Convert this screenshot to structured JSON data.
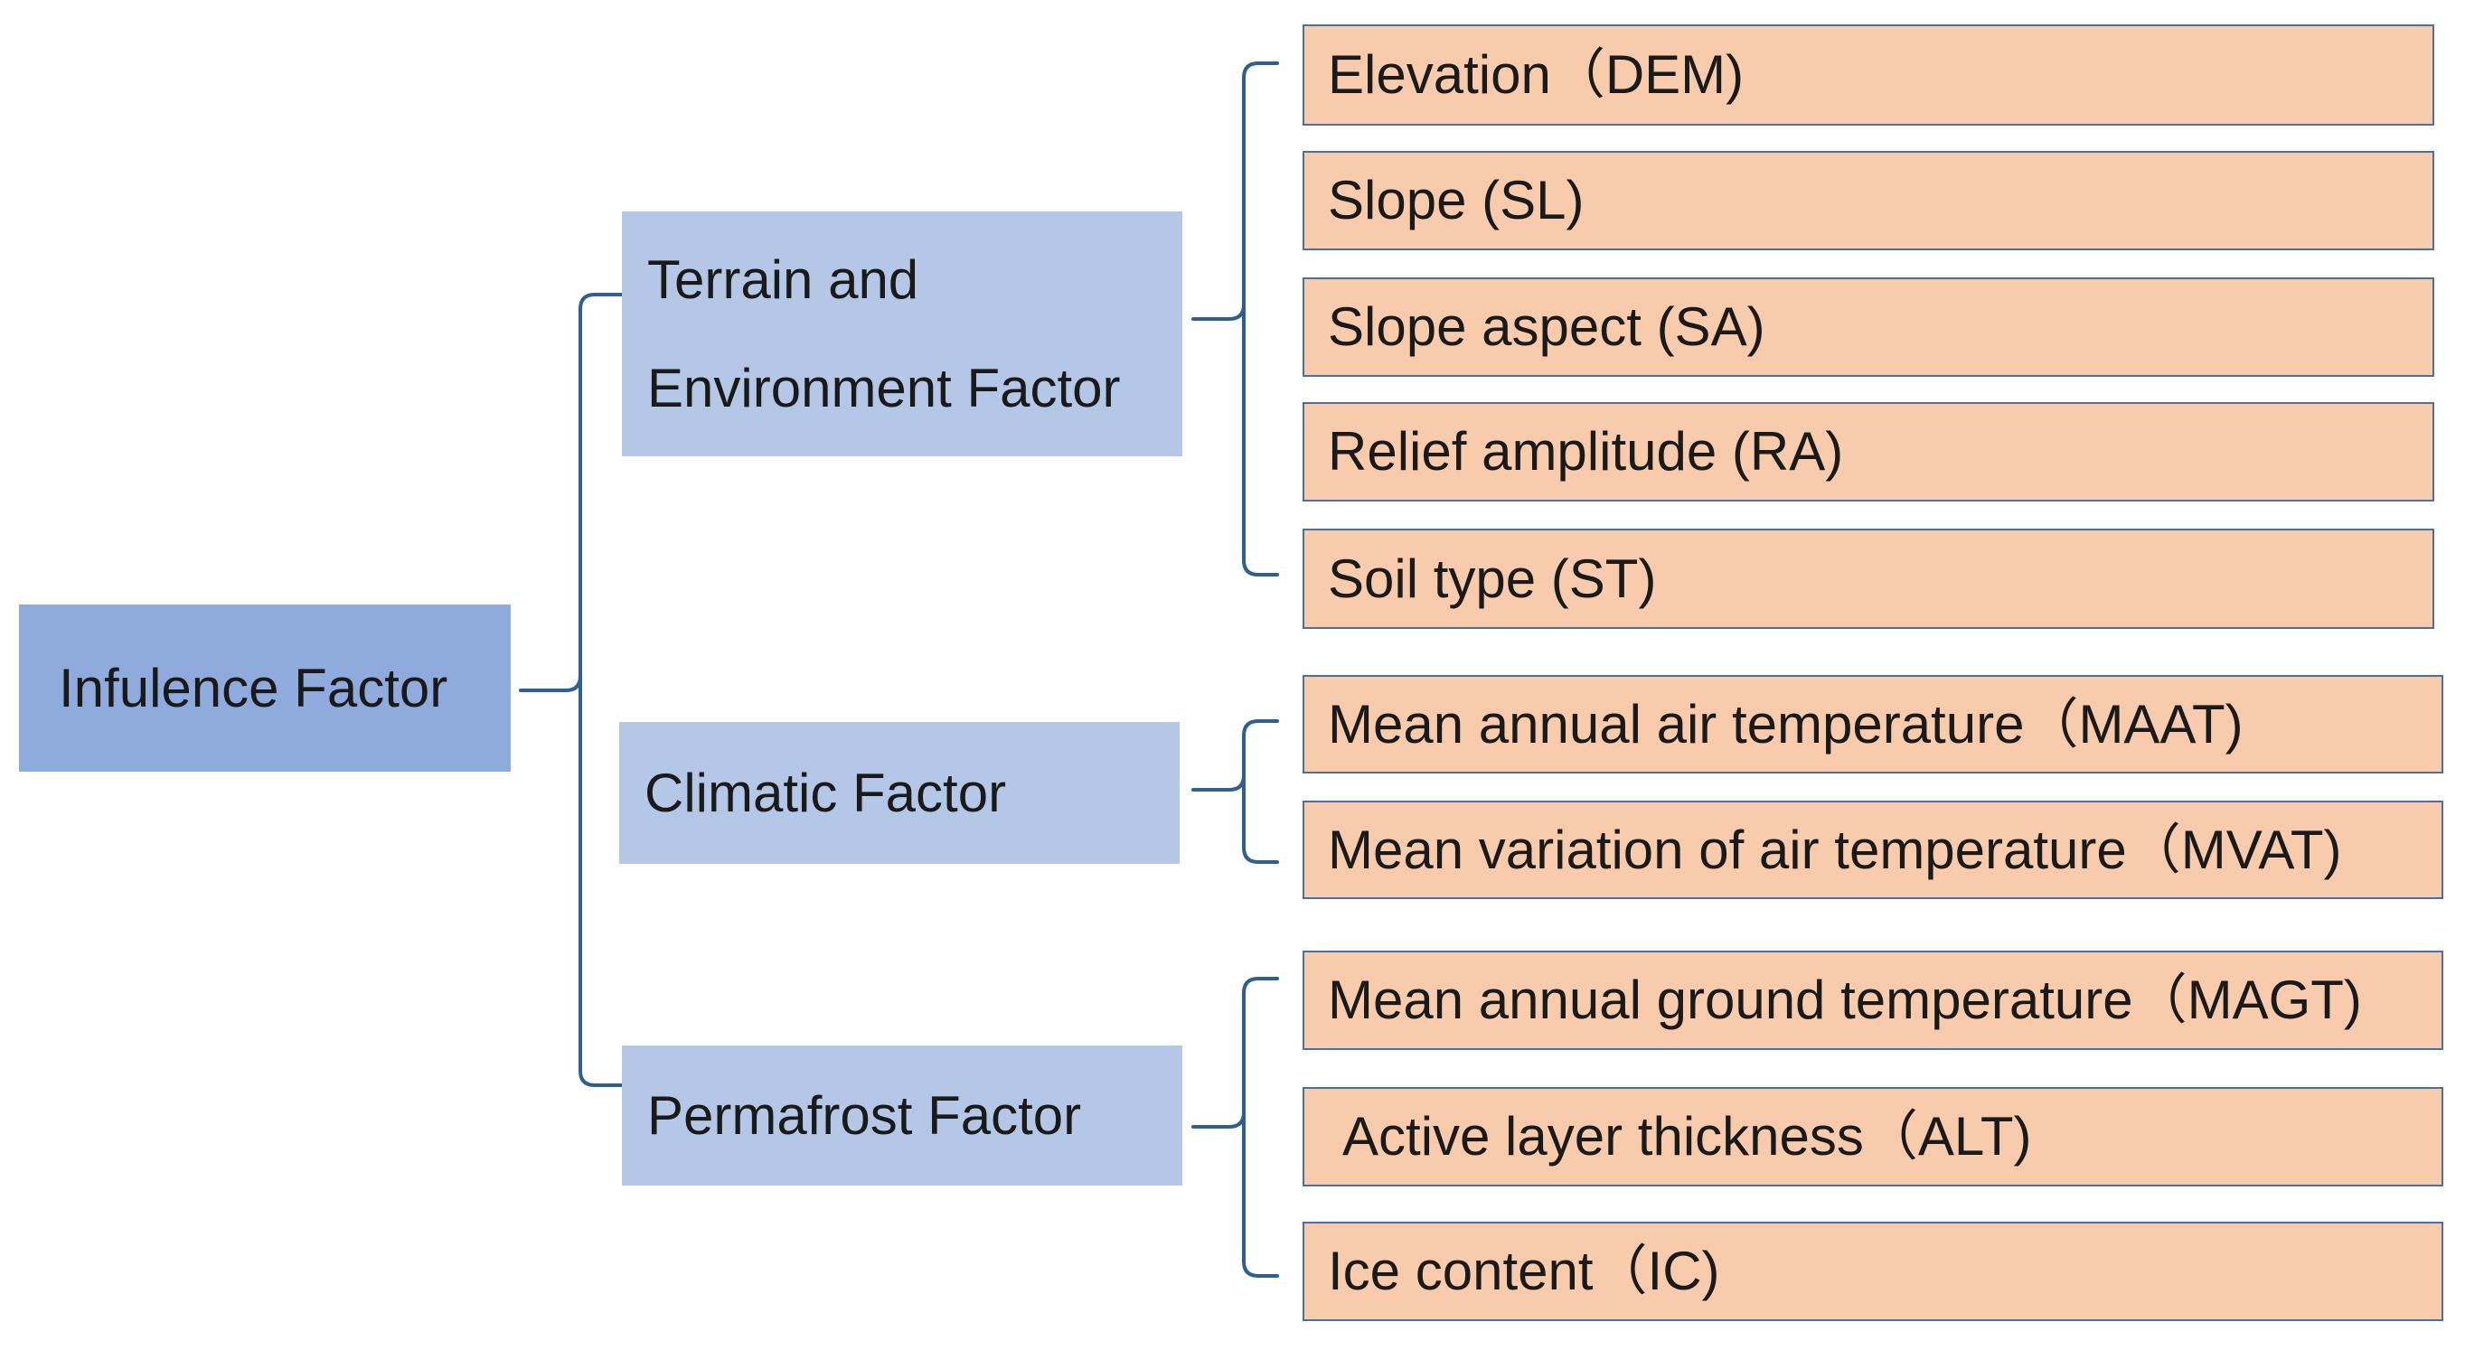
{
  "root": {
    "label": "Infulence Factor"
  },
  "categories": [
    {
      "id": "terrain",
      "label_line1": "Terrain and",
      "label_line2": "Environment Factor"
    },
    {
      "id": "climatic",
      "label": "Climatic Factor"
    },
    {
      "id": "permafrost",
      "label": "Permafrost Factor"
    }
  ],
  "factors": [
    "Elevation（DEM)",
    "Slope (SL)",
    "Slope aspect (SA)",
    "Relief amplitude (RA)",
    "Soil type (ST)",
    "Mean annual air temperature（MAAT)",
    "Mean variation of air temperature（MVAT)",
    "Mean annual ground temperature（MAGT)",
    "Active layer thickness（ALT)",
    "Ice content（IC)"
  ],
  "colors": {
    "root_fill": "#8faadc",
    "category_fill": "#b4c7e7",
    "factor_fill": "#f8cbad",
    "factor_border": "#4a6fa5",
    "connector": "#2e5f8f"
  }
}
